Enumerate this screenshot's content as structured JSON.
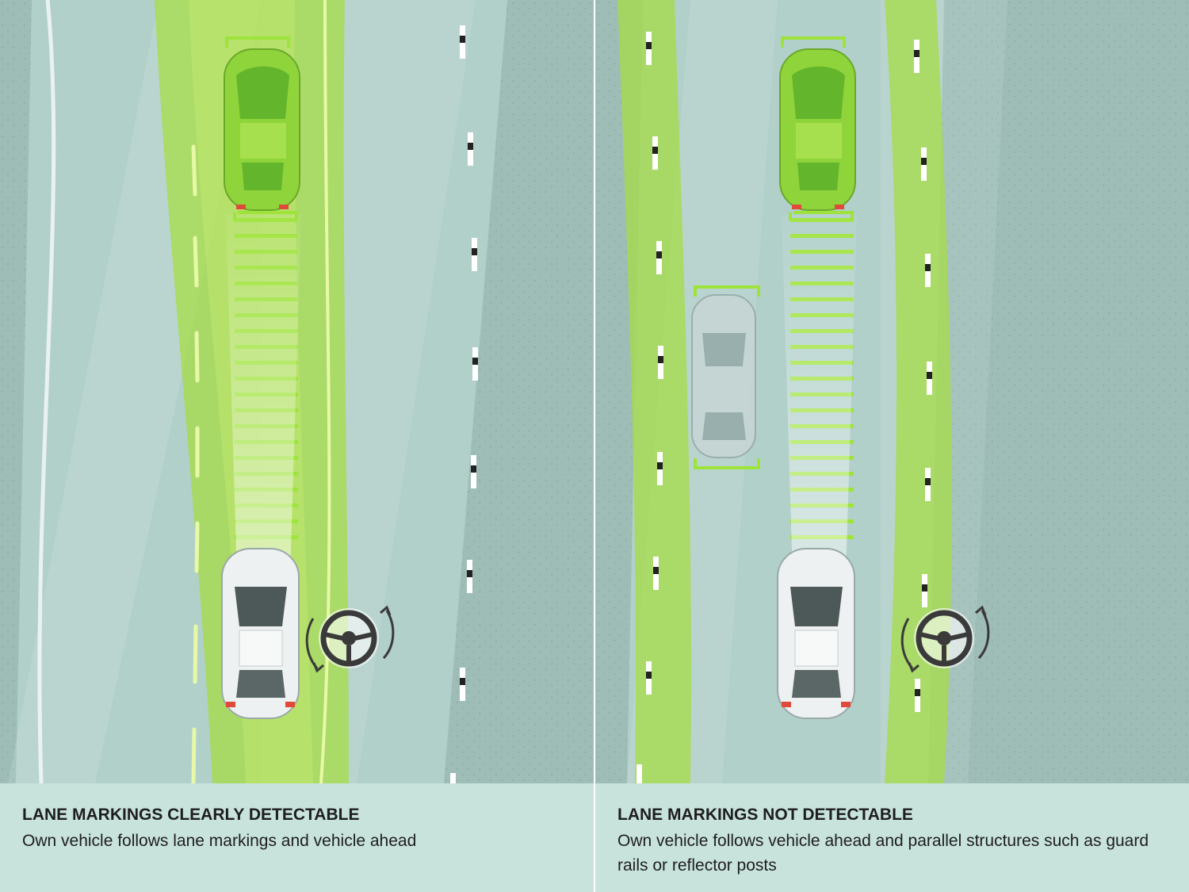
{
  "panels": [
    {
      "id": "left",
      "title": "LANE MARKINGS CLEARLY DETECTABLE",
      "description": "Own vehicle follows lane markings and vehicle ahead"
    },
    {
      "id": "right",
      "title": "LANE MARKINGS NOT DETECTABLE",
      "description": "Own vehicle follows vehicle ahead and parallel structures such as guard rails or reflector posts"
    }
  ],
  "colors": {
    "background": "#9ebdb7",
    "road": "#b3d3cd",
    "lane_highlight": "#9fd940",
    "lead_vehicle": "#8fd43a",
    "own_vehicle": "#eef1f1",
    "ghost_vehicle": "#c9d6d6",
    "caption_band": "#c8e3dc",
    "text": "#1e1e1e"
  },
  "icons": [
    "steering-wheel-icon",
    "rotate-arrow-icon",
    "reflector-post-icon",
    "detection-bracket-icon"
  ]
}
